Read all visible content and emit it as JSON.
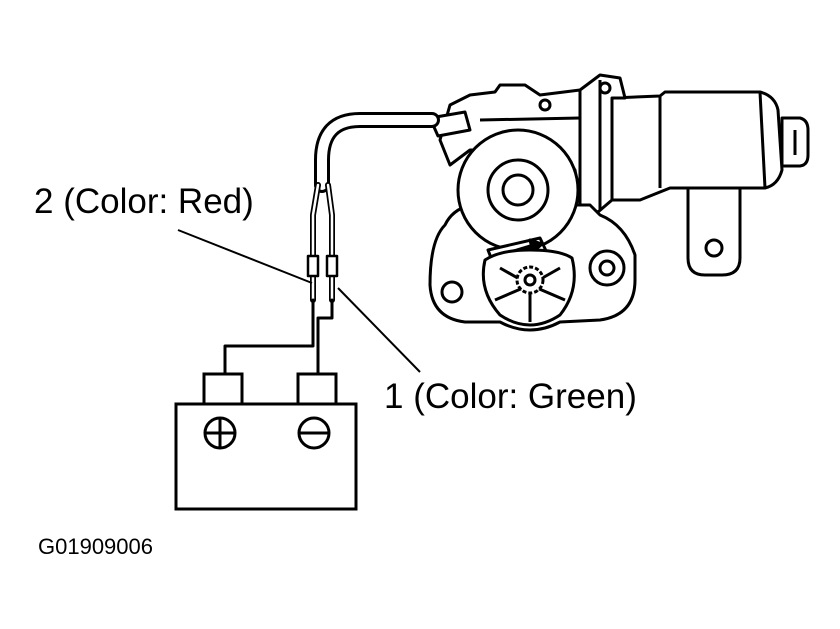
{
  "labels": {
    "wire_red": "2 (Color: Red)",
    "wire_green": "1 (Color: Green)",
    "figure_code": "G01909006"
  },
  "battery": {
    "positive_symbol": "⊕",
    "negative_symbol": "⊖"
  },
  "colors": {
    "ink": "#000000",
    "paper": "#ffffff"
  }
}
